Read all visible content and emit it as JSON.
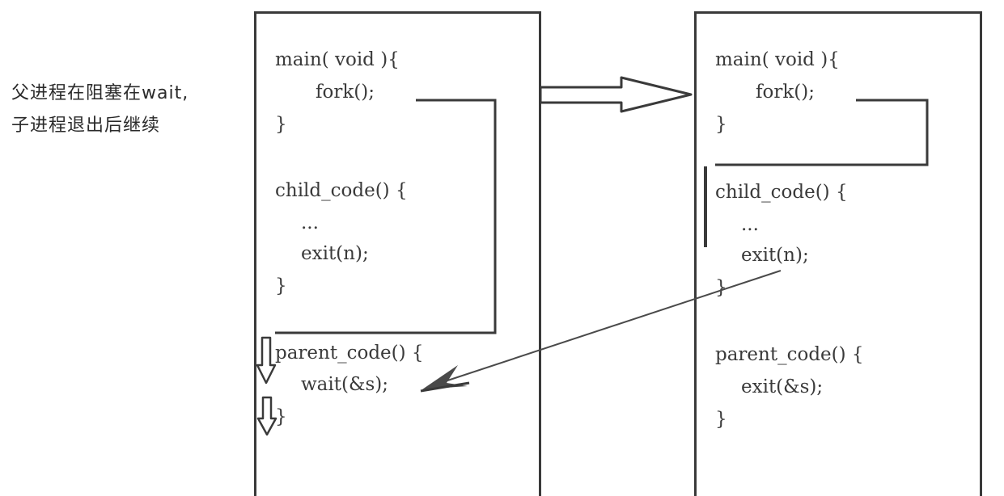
{
  "caption": {
    "line1": "父进程在阻塞在wait,",
    "line2": "子进程退出后继续"
  },
  "left_panel": {
    "lines": [
      "main( void ){",
      "fork();",
      "}",
      "child_code() {",
      "...",
      "exit(n);",
      "}",
      "parent_code() {",
      "wait(&s);",
      "}"
    ]
  },
  "right_panel": {
    "lines": [
      "main( void ){",
      "fork();",
      "}",
      "child_code() {",
      "...",
      "exit(n);",
      "}",
      "parent_code() {",
      "exit(&s);",
      "}"
    ]
  },
  "colors": {
    "ink": "#3a3a3a",
    "arrow_fill": "#ffffff"
  }
}
